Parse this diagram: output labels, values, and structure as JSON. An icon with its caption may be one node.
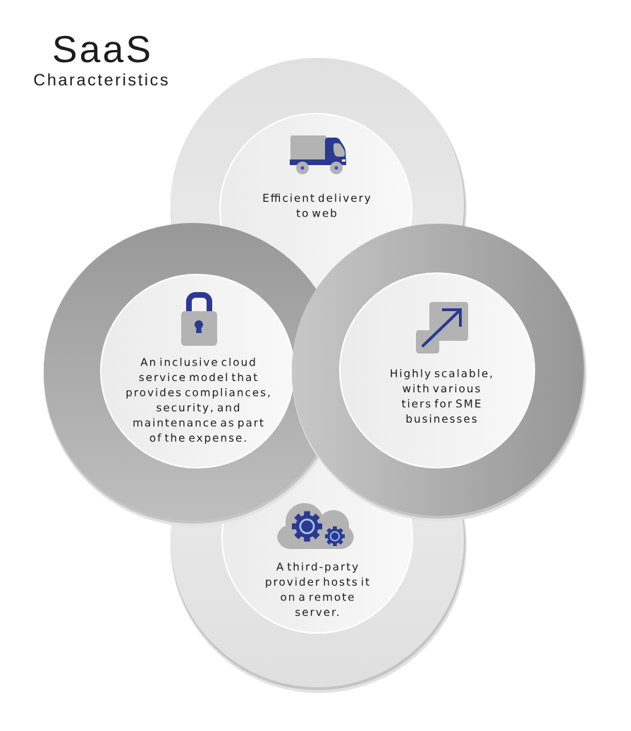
{
  "diagram": {
    "title": "SaaS",
    "nodes": [
      {
        "text": [
          "Efficient delivery to web"
        ]
      },
      {
        "text": [
          "An inclusive cloud service model that provides compliances, security, and maintenance as part of the expense."
        ]
      },
      {
        "text": [
          "Highly scalable, with various tiers for SME businesses"
        ]
      },
      {
        "text": [
          "A third-party provider hosts it on a remote server."
        ]
      }
    ],
    "labels": [
      "Characteristics"
    ]
  }
}
